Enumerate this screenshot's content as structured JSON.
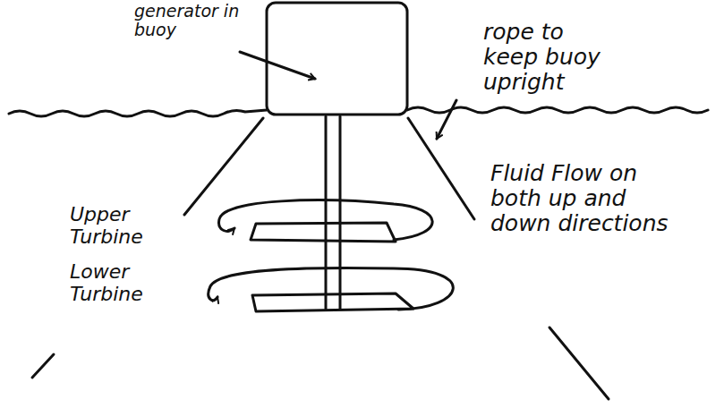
{
  "diagram": {
    "labels": [
      "generator in buoy",
      "rope to keep buoy upright",
      "Upper Turbine",
      "Lower Turbine",
      "Fluid Flow on both up and down directions"
    ]
  }
}
